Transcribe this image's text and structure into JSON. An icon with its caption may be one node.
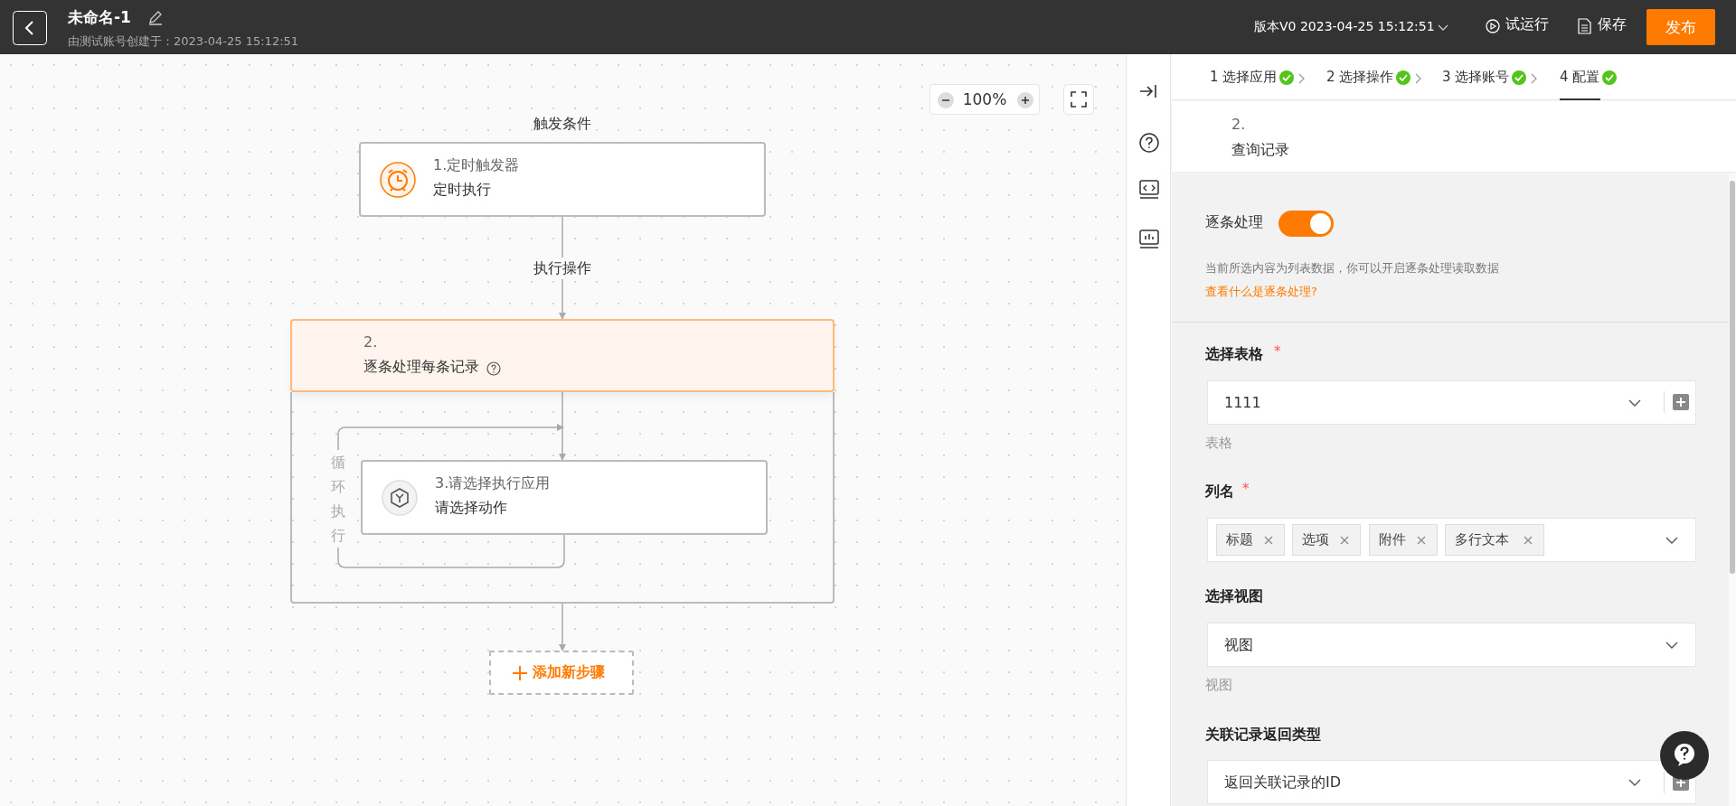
{
  "diagram": {
    "nodes": [
      {
        "text": [
          "1.定时触发器",
          "定时执行"
        ],
        "beside": [
          "触发条件"
        ]
      },
      {
        "text": [
          "2.",
          "逐条处理每条记录"
        ]
      },
      {
        "text": [],
        "shape": "box"
      },
      {
        "text": [
          "3.请选择执行应用",
          "请选择动作"
        ],
        "in": 2
      },
      {
        "text": [
          "添加新步骤"
        ]
      }
    ],
    "edges": [
      {
        "from": 0,
        "to": 1,
        "arrow": "to",
        "label": "执行操作"
      },
      {
        "from": 1,
        "to": 3,
        "arrow": "to"
      },
      {
        "from": 3,
        "to": 3,
        "arrow": "to",
        "label": "循环执行"
      },
      {
        "from": 2,
        "to": 4,
        "arrow": "to"
      }
    ],
    "labels": [
      "未命名-1",
      "由测试账号创建于：2023-04-25 15:12:51",
      "版本V0 2023-04-25 15:12:51",
      "试运行",
      "保存",
      "发布",
      "100%",
      "1 选择应用",
      "2 选择操作",
      "3 选择账号",
      "4 配置",
      "2.",
      "查询记录",
      "逐条处理",
      "当前所选内容为列表数据，你可以开启逐条处理读取数据",
      "查看什么是逐条处理?",
      "选择表格",
      "*",
      "1111",
      "表格",
      "列名",
      "*",
      "标题",
      "选项",
      "附件",
      "多行文本",
      "选择视图",
      "视图",
      "视图",
      "关联记录返回类型",
      "返回关联记录的ID"
    ]
  }
}
